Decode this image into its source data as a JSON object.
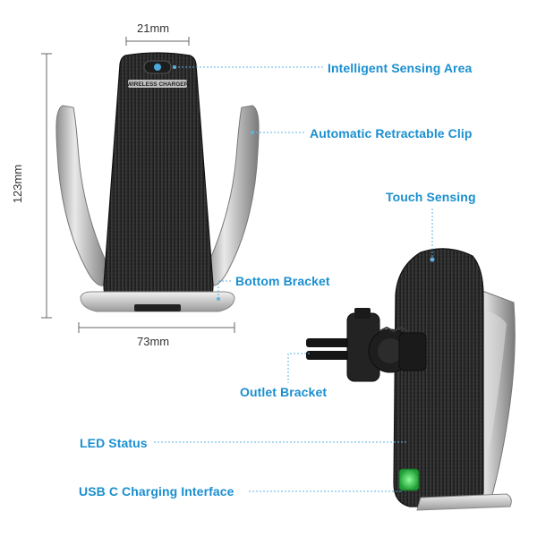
{
  "colors": {
    "label": "#1a8fd0",
    "leader": "#5fb3e3",
    "dimension": "#666666",
    "led": "#3ddc5a"
  },
  "dimensions": {
    "width_top": "21mm",
    "height": "123mm",
    "width_bottom": "73mm"
  },
  "callouts": {
    "intelligent_sensing_area": "Intelligent Sensing Area",
    "automatic_retractable_clip": "Automatic Retractable Clip",
    "touch_sensing": "Touch Sensing",
    "bottom_bracket": "Bottom Bracket",
    "outlet_bracket": "Outlet Bracket",
    "led_status": "LED Status",
    "usb_c_charging_interface": "USB C Charging Interface"
  },
  "device": {
    "face_print": "WIRELESS CHARGER",
    "product_icon": "wireless-car-phone-holder",
    "sensor_icon": "proximity-sensor-dot",
    "led_icon": "led-indicator"
  }
}
